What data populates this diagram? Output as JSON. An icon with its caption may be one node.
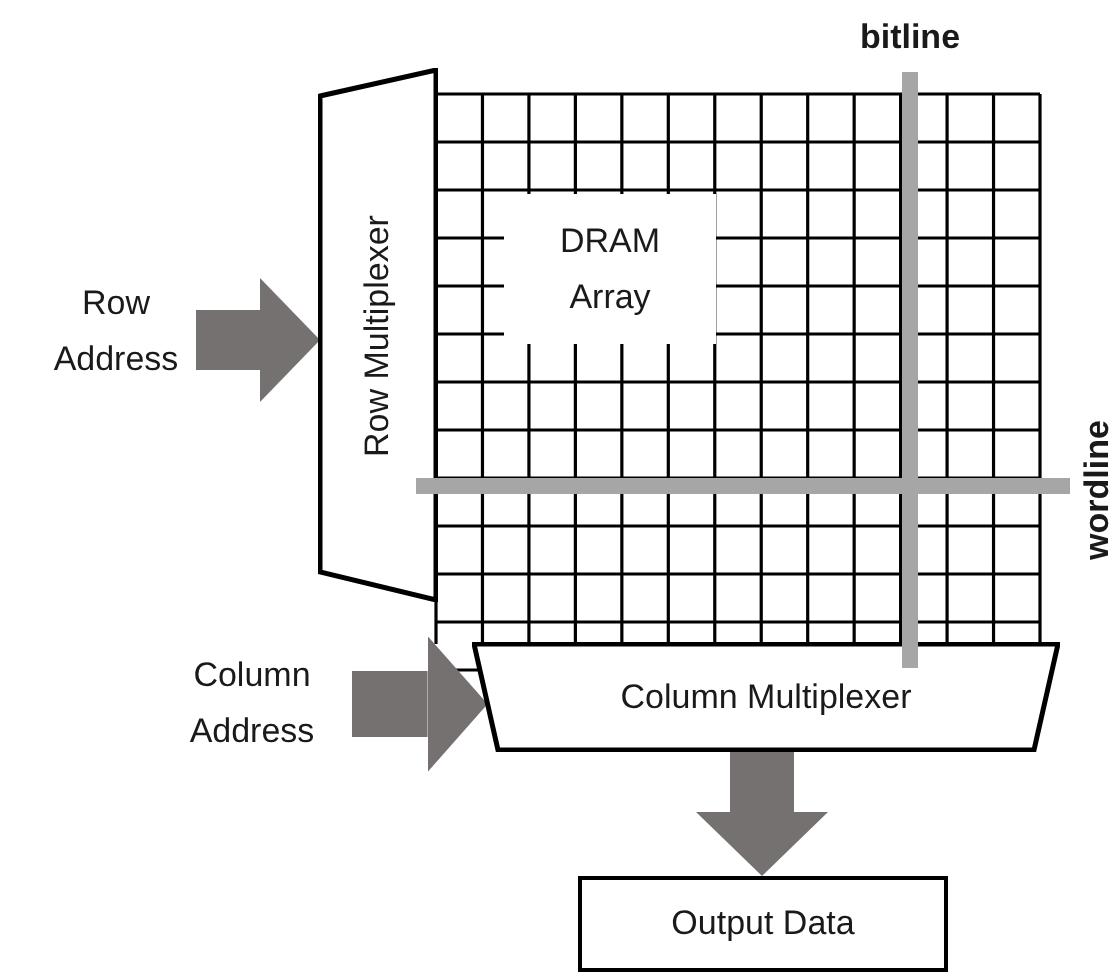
{
  "diagram": {
    "nodes": [
      {
        "text": [
          "Row Address"
        ]
      },
      {
        "text": [
          "Row Multiplexer"
        ]
      },
      {
        "text": [
          "DRAM Array"
        ]
      },
      {
        "text": [
          "Column Address"
        ]
      },
      {
        "text": [
          "Column Multiplexer"
        ]
      },
      {
        "text": [
          "Output Data"
        ]
      }
    ],
    "edges": [
      {
        "from": 0,
        "to": 1,
        "arrow": "to"
      },
      {
        "from": 3,
        "to": 4,
        "arrow": "to"
      },
      {
        "from": 4,
        "to": 5,
        "arrow": "to"
      }
    ],
    "labels": [
      "bitline",
      "wordline"
    ]
  }
}
